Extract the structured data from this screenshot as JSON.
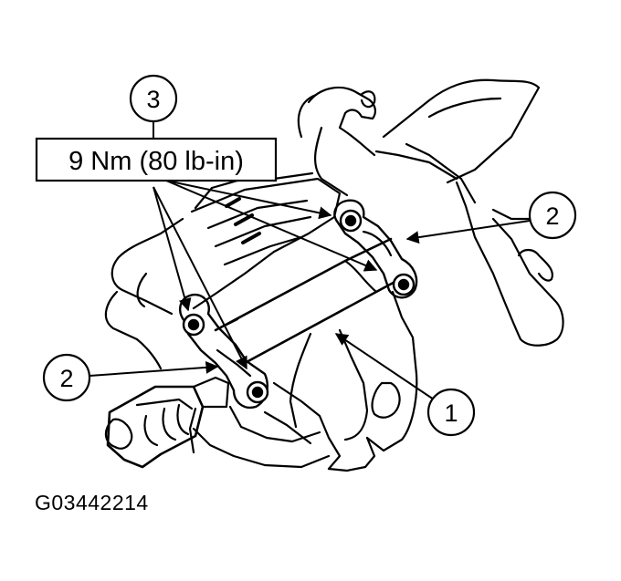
{
  "callouts": {
    "c1": "1",
    "c2_right": "2",
    "c2_left": "2",
    "c3": "3"
  },
  "torque_spec": "9 Nm (80 lb-in)",
  "figure_id": "G03442214"
}
